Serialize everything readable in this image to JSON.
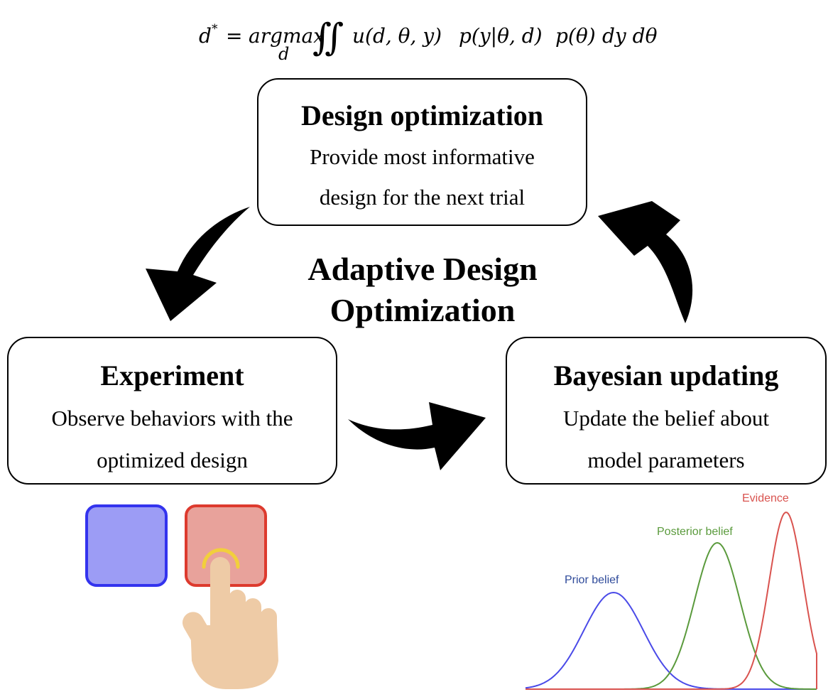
{
  "formula": {
    "lhs": "d",
    "star": "*",
    "equals": "=",
    "op": "argmax",
    "op_sub": "d",
    "integral": "∬",
    "u_part": "u(d, θ, y)",
    "p1_part": "p(y|θ, d)",
    "p2_part": "p(θ)",
    "diff_part": "dy dθ"
  },
  "center_title": {
    "line1": "Adaptive Design",
    "line2": "Optimization"
  },
  "design_box": {
    "title": "Design optimization",
    "desc_line1": "Provide most informative",
    "desc_line2": "design for the next trial"
  },
  "experiment_box": {
    "title": "Experiment",
    "desc_line1": "Observe behaviors with the",
    "desc_line2": "optimized design"
  },
  "bayes_box": {
    "title": "Bayesian updating",
    "desc_line1": "Update the belief about",
    "desc_line2": "model parameters"
  },
  "distribution_labels": {
    "evidence": "Evidence",
    "posterior": "Posterior belief",
    "prior": "Prior belief"
  },
  "colors": {
    "prior": "#4a4ae8",
    "posterior": "#5a9a3c",
    "evidence": "#d9534f",
    "option_blue_fill": "#9c9cf5",
    "option_blue_stroke": "#3333ee",
    "option_red_fill": "#e8a29b",
    "option_red_stroke": "#dd3a2e",
    "hand": "#eecba6",
    "tap_ring": "#f2cf3c",
    "arrow": "#000000"
  },
  "icons": {
    "arrow_design_to_experiment": "curved-arrow-icon",
    "arrow_experiment_to_bayes": "curved-arrow-icon",
    "arrow_bayes_to_design": "curved-arrow-icon",
    "hand": "pointing-hand-icon"
  }
}
